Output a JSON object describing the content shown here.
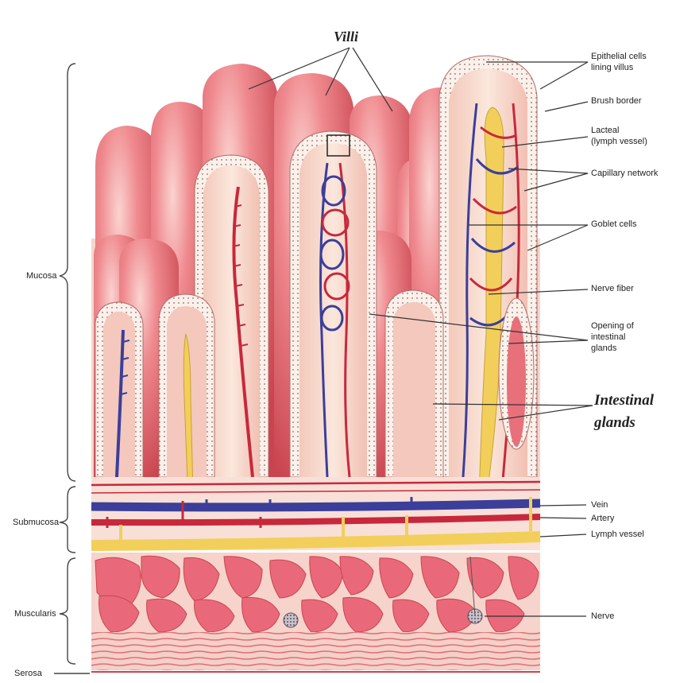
{
  "title": "Villi",
  "layers": {
    "mucosa": "Mucosa",
    "submucosa": "Submucosa",
    "muscularis": "Muscularis",
    "serosa": "Serosa"
  },
  "labels": {
    "epithelial_1": "Epithelial cells",
    "epithelial_2": "lining villus",
    "brush_border": "Brush border",
    "lacteal_1": "Lacteal",
    "lacteal_2": "(lymph vessel)",
    "capillary": "Capillary network",
    "goblet": "Goblet cells",
    "nerve_fiber": "Nerve fiber",
    "opening_1": "Opening of",
    "opening_2": "intestinal",
    "opening_3": "glands",
    "glands_1": "Intestinal",
    "glands_2": "glands",
    "vein": "Vein",
    "artery": "Artery",
    "lymph_vessel": "Lymph vessel",
    "nerve": "Nerve"
  },
  "colors": {
    "villus": "#e8707a",
    "villus_light": "#f6b3b3",
    "villus_dark": "#c9444f",
    "epithelium": "#fbeee4",
    "vein": "#3b3f9a",
    "artery": "#c8283c",
    "lymph": "#f2cf5a",
    "muscle": "#e9697a",
    "background_tissue": "#f8dcd0"
  }
}
